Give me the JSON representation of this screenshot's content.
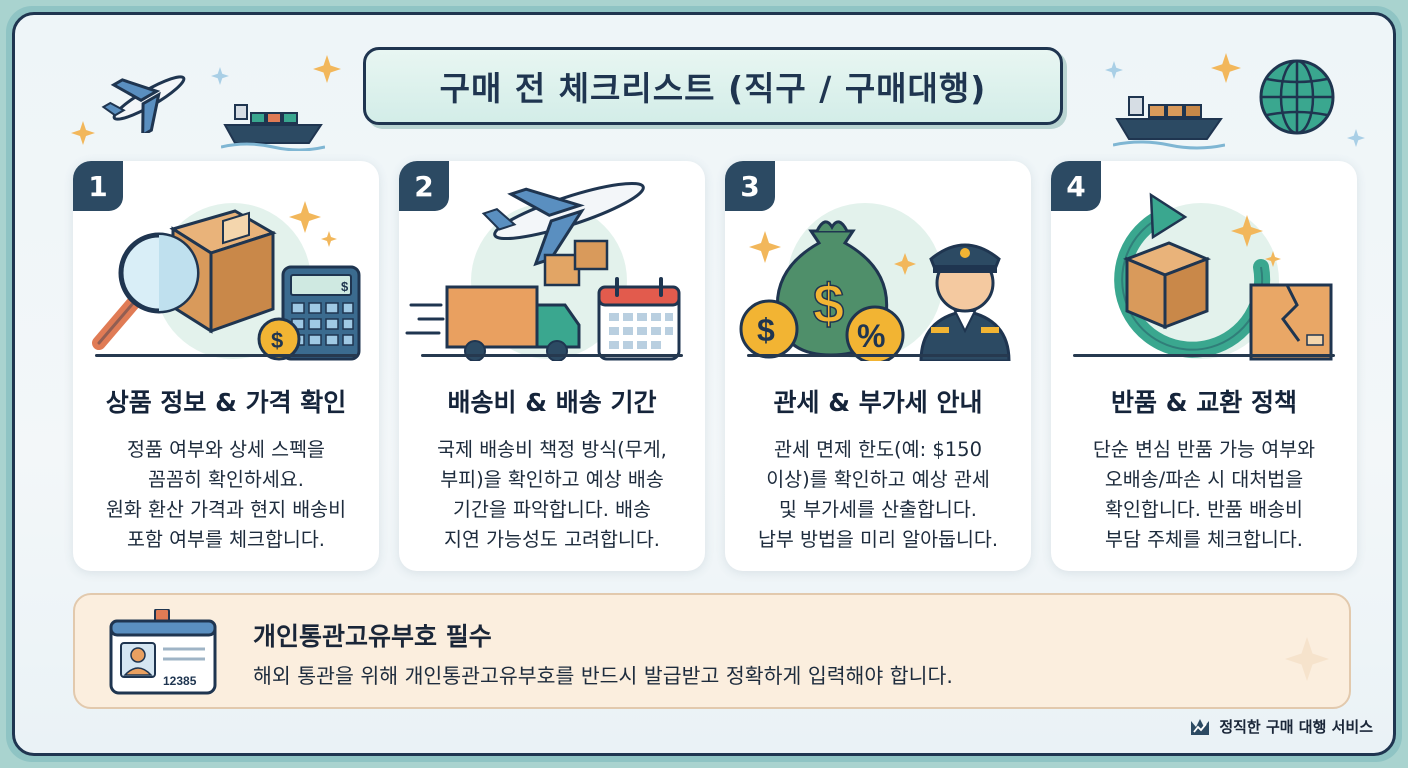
{
  "title": "구매 전 체크리스트 (직구 / 구매대행)",
  "cards": [
    {
      "number": "1",
      "heading": "상품 정보 & 가격 확인",
      "desc": [
        "정품 여부와 상세 스펙을",
        "꼼꼼히 확인하세요.",
        "원화 환산 가격과 현지 배송비",
        "포함 여부를 체크합니다."
      ],
      "icons": [
        "magnifier-icon",
        "box-icon",
        "calculator-icon",
        "coin-icon"
      ]
    },
    {
      "number": "2",
      "heading": "배송비 & 배송 기간",
      "desc": [
        "국제 배송비 책정 방식(무게,",
        "부피)을 확인하고 예상 배송",
        "기간을 파악합니다. 배송",
        "지연 가능성도 고려합니다."
      ],
      "icons": [
        "airplane-icon",
        "truck-icon",
        "calendar-icon"
      ]
    },
    {
      "number": "3",
      "heading": "관세 & 부가세 안내",
      "desc": [
        "관세 면제 한도(예: $150",
        "이상)를 확인하고 예상 관세",
        "및 부가세를 산출합니다.",
        "납부 방법을 미리 알아둡니다."
      ],
      "icons": [
        "money-bag-icon",
        "dollar-coin-icon",
        "percent-coin-icon",
        "customs-officer-icon"
      ]
    },
    {
      "number": "4",
      "heading": "반품 & 교환 정책",
      "desc": [
        "단순 변심 반품 가능 여부와",
        "오배송/파손 시 대처법을",
        "확인합니다. 반품 배송비",
        "부담 주체를 체크합니다."
      ],
      "icons": [
        "return-arrow-icon",
        "box-icon",
        "damaged-box-icon"
      ]
    }
  ],
  "notice": {
    "heading": "개인통관고유부호 필수",
    "text": "해외 통관을 위해 개인통관고유부호를 반드시 발급받고 정확하게 입력해야 합니다.",
    "id_card_number": "12385",
    "icon": "id-card-icon"
  },
  "footer": {
    "brand": "정직한 구매 대행 서비스",
    "icon": "brand-logo-icon"
  },
  "colors": {
    "navy": "#1f3550",
    "badge": "#2c4a63",
    "notice_bg": "#fbeede",
    "accent_teal": "#3aa78f",
    "box_brown": "#d99a5b",
    "coin_gold": "#f2b433"
  }
}
